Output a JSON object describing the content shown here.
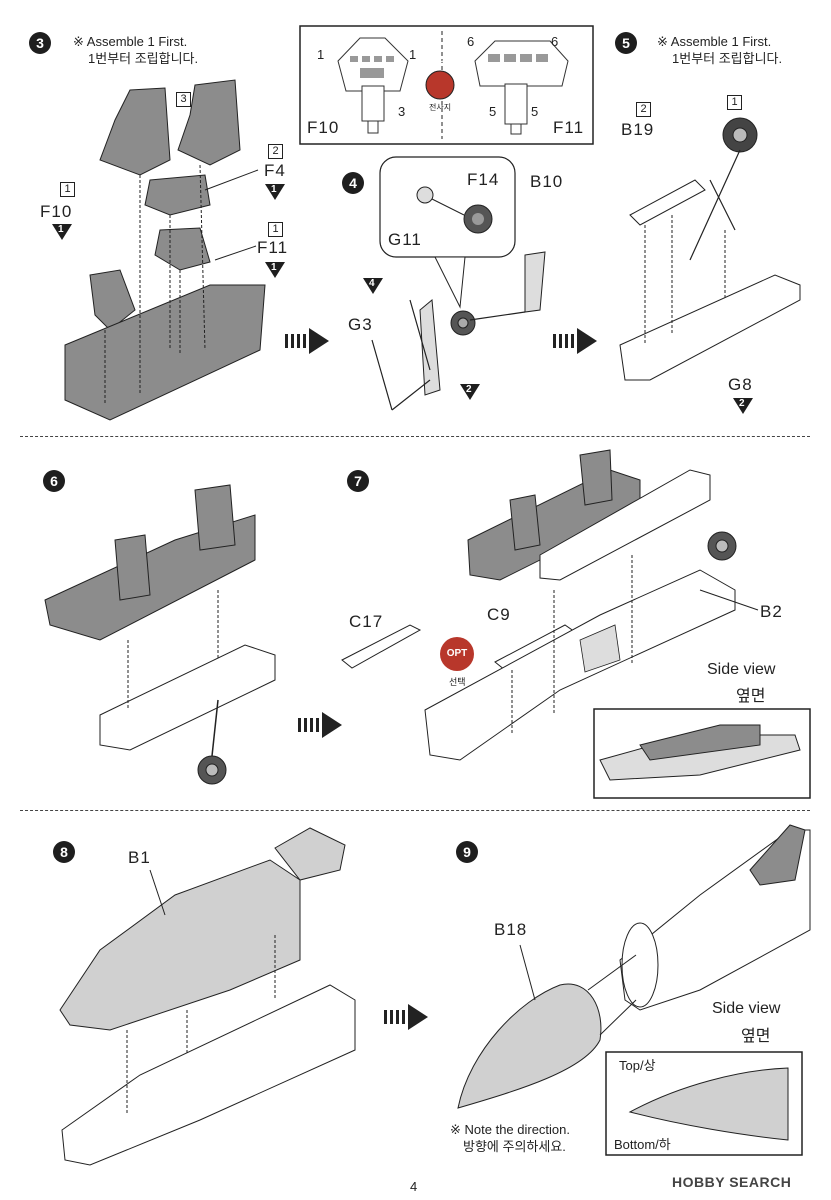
{
  "page": {
    "number": "4"
  },
  "watermark": "HOBBY SEARCH",
  "steps": {
    "s3": {
      "num": "3",
      "note_en": "※ Assemble 1 First.",
      "note_ko": "1번부터 조립합니다.",
      "parts": {
        "f10": "F10",
        "f4": "F4",
        "f11": "F11"
      },
      "boxes": {
        "b1": "1",
        "b2": "2",
        "b3": "3"
      },
      "markers": {
        "m1": "1",
        "m2": "1",
        "m3": "1"
      }
    },
    "decal": {
      "f10": "F10",
      "f11": "F11",
      "n1a": "1",
      "n1b": "1",
      "n3": "3",
      "n6a": "6",
      "n6b": "6",
      "n5a": "5",
      "n5b": "5",
      "badge": "DECAL",
      "badge_ko": "전사지"
    },
    "s4": {
      "num": "4",
      "parts": {
        "f14": "F14",
        "g11": "G11",
        "b10": "B10",
        "g3": "G3"
      },
      "markers": {
        "m4": "4",
        "m2": "2"
      }
    },
    "s5": {
      "num": "5",
      "note_en": "※ Assemble 1 First.",
      "note_ko": "1번부터 조립합니다.",
      "parts": {
        "b19": "B19",
        "g8": "G8"
      },
      "boxes": {
        "b2": "2",
        "b1": "1"
      },
      "markers": {
        "m2": "2"
      }
    },
    "s6": {
      "num": "6"
    },
    "s7": {
      "num": "7",
      "parts": {
        "c17": "C17",
        "c9": "C9",
        "b2": "B2"
      },
      "opt": "OPT",
      "opt_ko": "선택",
      "side_view": "Side view",
      "side_view_ko": "옆면"
    },
    "s8": {
      "num": "8",
      "parts": {
        "b1": "B1"
      }
    },
    "s9": {
      "num": "9",
      "parts": {
        "b18": "B18"
      },
      "side_view": "Side view",
      "side_view_ko": "옆면",
      "top": "Top/상",
      "bottom": "Bottom/하",
      "note_en": "※ Note the direction.",
      "note_ko": "방향에 주의하세요."
    }
  },
  "colors": {
    "part_gray": "#8c8c8c",
    "dark": "#1e1e1e",
    "light_gray": "#d9d9d9",
    "decal_red": "#b8372b"
  }
}
